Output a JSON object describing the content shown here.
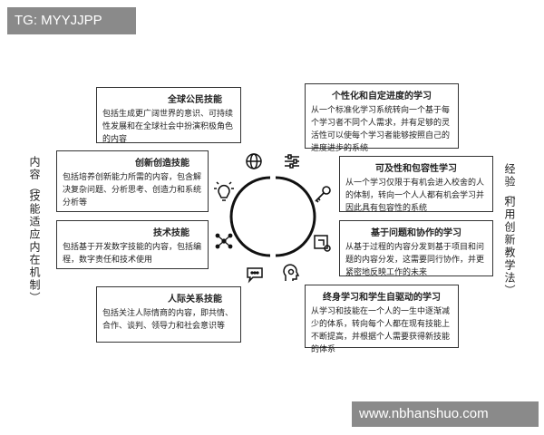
{
  "badge": "TG: MYYJJPP",
  "watermark": "www.nbhanshuo.com",
  "left_axis": {
    "main": "内容",
    "paren_open": "（",
    "sub": "技能适应内在机制",
    "paren_close": "）"
  },
  "right_axis": {
    "main": "经验",
    "paren_open": "（",
    "sub": "利用创新教学法",
    "paren_close": "）"
  },
  "left_boxes": [
    {
      "title": "全球公民技能",
      "body": "包括生成更广阔世界的意识、可持续性发展和在全球社会中扮演积极角色的内容"
    },
    {
      "title": "创新创造技能",
      "body": "包括培养创新能力所需的内容，包含解决复杂问题、分析思考、创造力和系统分析等"
    },
    {
      "title": "技术技能",
      "body": "包括基于开发数字技能的内容，包括编程，数字责任和技术使用"
    },
    {
      "title": "人际关系技能",
      "body": "包括关注人际情商的内容，即共情、合作、谈判、领导力和社会意识等"
    }
  ],
  "right_boxes": [
    {
      "title": "个性化和自定进度的学习",
      "body": "从一个标准化学习系统转向一个基于每个学习者不同个人需求，并有足够的灵活性可以使每个学习者能够按照自己的进度进步的系统"
    },
    {
      "title": "可及性和包容性学习",
      "body": "从一个学习仅限于有机会进入校舍的人的体制，转向一个人人都有机会学习并因此具有包容性的系统"
    },
    {
      "title": "基于问题和协作的学习",
      "body": "从基于过程的内容分发到基于项目和问题的内容分发，这需要同行协作，并更紧密地反映工作的未来"
    },
    {
      "title": "终身学习和学生自驱动的学习",
      "body": "从学习和技能在一个人的一生中逐渐减少的体系，转向每个人都在现有技能上不断提高，并根据个人需要获得新技能的体系"
    }
  ],
  "icons": [
    "globe-icon",
    "lightbulb-icon",
    "network-icon",
    "chat-icon",
    "sliders-icon",
    "key-icon",
    "puzzle-board-icon",
    "head-gear-icon"
  ]
}
